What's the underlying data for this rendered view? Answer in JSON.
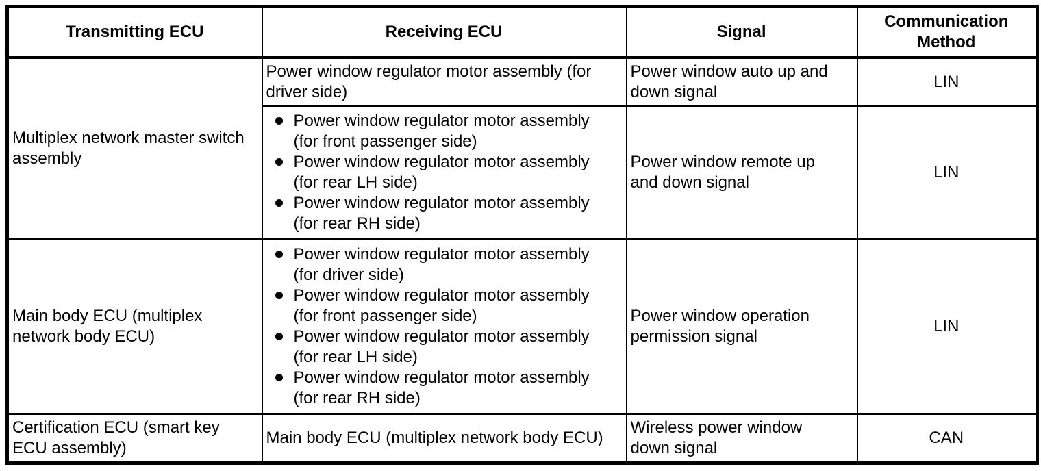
{
  "table": {
    "headers": {
      "transmitting": "Transmitting ECU",
      "receiving": "Receiving ECU",
      "signal": "Signal",
      "method": "Communication\nMethod"
    },
    "groups": {
      "multiplex": {
        "transmitting": "Multiplex network master switch\nassembly",
        "auto_row": {
          "receiving": "Power window regulator motor assembly (for\ndriver side)",
          "signal": "Power window auto up and\ndown signal",
          "method": "LIN"
        },
        "remote_row": {
          "receiving_items": [
            "Power window regulator motor assembly\n(for front passenger side)",
            "Power window regulator motor assembly\n(for rear LH side)",
            "Power window regulator motor assembly\n(for rear RH side)"
          ],
          "signal": "Power window remote up\nand down signal",
          "method": "LIN"
        }
      },
      "main_body": {
        "transmitting": "Main body ECU (multiplex\nnetwork body ECU)",
        "receiving_items": [
          "Power window regulator motor assembly\n(for driver side)",
          "Power window regulator motor assembly\n(for front passenger side)",
          "Power window regulator motor assembly\n(for rear LH side)",
          "Power window regulator motor assembly\n(for rear RH side)"
        ],
        "signal": "Power window operation\npermission signal",
        "method": "LIN"
      },
      "certification": {
        "transmitting": "Certification ECU (smart key\nECU assembly)",
        "receiving": "Main body ECU (multiplex network body ECU)",
        "signal": "Wireless power window\ndown signal",
        "method": "CAN"
      }
    },
    "colors": {
      "border": "#000000",
      "text": "#000000",
      "background": "#ffffff"
    }
  }
}
